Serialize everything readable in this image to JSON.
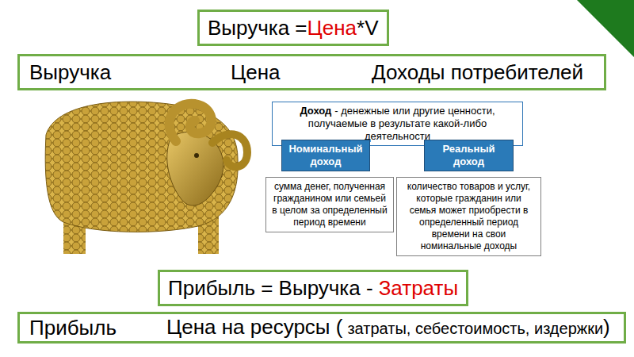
{
  "diagram": {
    "nodes": [
      {
        "text": [
          "Выручка  =",
          "Цена",
          "*V"
        ]
      },
      {
        "text": []
      },
      {
        "text": [
          "Выручка"
        ],
        "in": 1
      },
      {
        "text": [
          "Цена"
        ],
        "in": 1
      },
      {
        "text": [
          "Доходы потребителей"
        ],
        "in": 1
      },
      {
        "text": [
          "Доход",
          "- денежные или другие ценности, получаемые в результате какой-либо деятельности"
        ]
      },
      {
        "text": [
          "Номинальный доход"
        ]
      },
      {
        "text": [
          "Реальный доход"
        ]
      },
      {
        "text": [
          "сумма денег, полученная гражданином или семьей в целом за определенный период времени"
        ]
      },
      {
        "text": [
          "количество товаров и услуг, которые гражданин или семья может приобрести в определенный период времени на свои номинальные доходы"
        ]
      },
      {
        "text": [
          "Прибыль  = Выручка -",
          "Затраты"
        ]
      },
      {
        "text": []
      },
      {
        "text": [
          "Прибыль"
        ],
        "in": 11
      },
      {
        "text": [
          "Цена на ресурсы (",
          "затраты, себестоимость, издержки",
          ")"
        ],
        "in": 11
      }
    ],
    "edges": [
      {
        "from": 3,
        "to": 2,
        "arrow": "to"
      },
      {
        "from": 4,
        "to": 3,
        "arrow": "to"
      },
      {
        "from": 13,
        "to": 12,
        "arrow": "to"
      }
    ]
  }
}
